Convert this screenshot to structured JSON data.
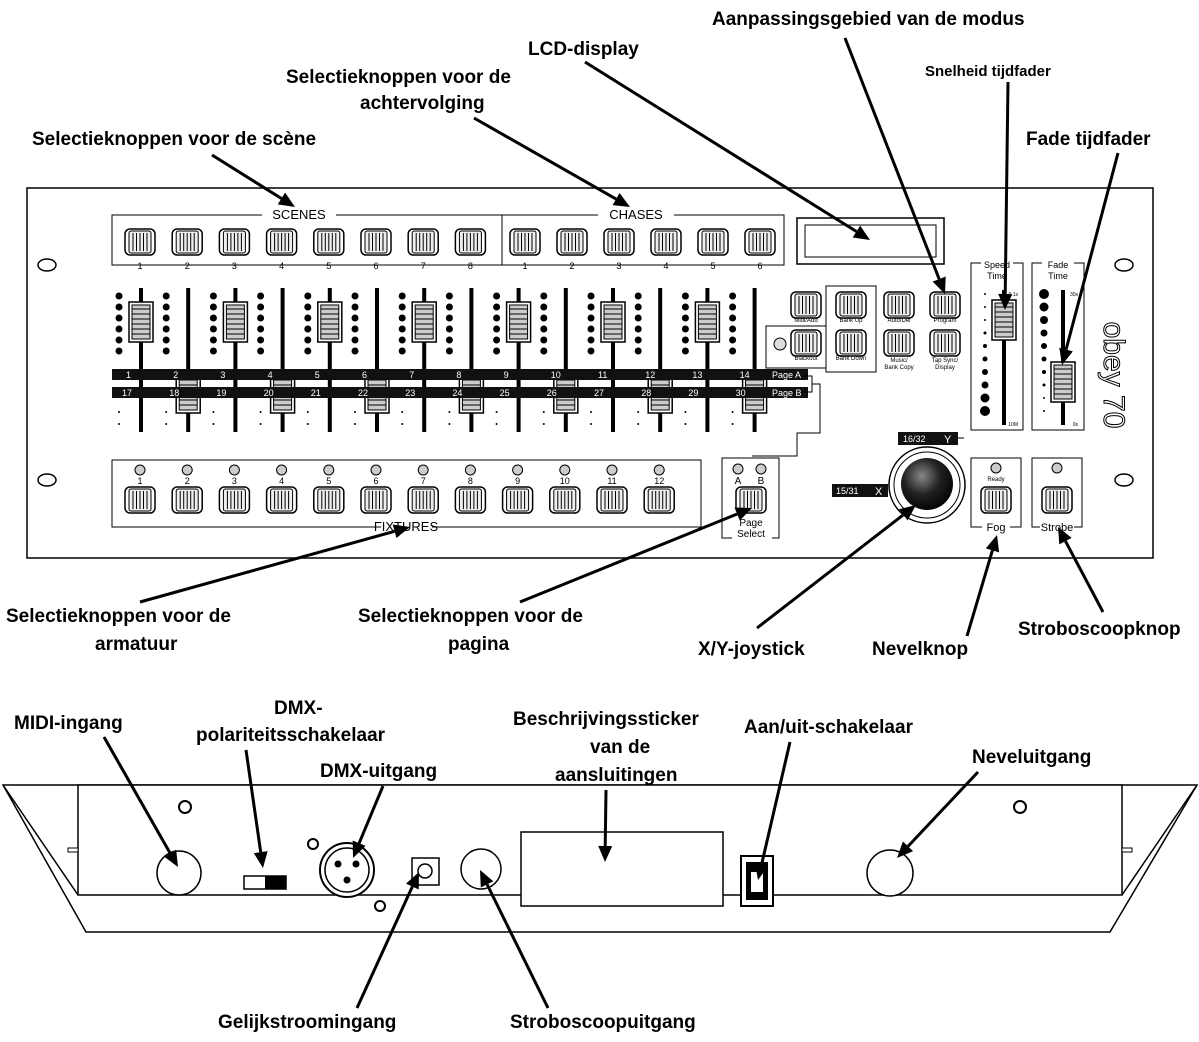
{
  "callouts": {
    "mode_area": "Aanpassingsgebied van de modus",
    "lcd": "LCD-display",
    "chase_buttons_line1": "Selectieknoppen voor de",
    "chase_buttons_line2": "achtervolging",
    "speed_fader": "Snelheid tijdfader",
    "scene_buttons": "Selectieknoppen voor de scène",
    "fade_fader": "Fade tijdfader",
    "fixture_buttons_line1": "Selectieknoppen voor de",
    "fixture_buttons_line2": "armatuur",
    "page_buttons_line1": "Selectieknoppen voor de",
    "page_buttons_line2": "pagina",
    "joystick": "X/Y-joystick",
    "fog_button": "Nevelknop",
    "strobe_button": "Stroboscoopknop",
    "midi_in": "MIDI-ingang",
    "dmx_polarity_line1": "DMX-",
    "dmx_polarity_line2": "polariteitsschakelaar",
    "dmx_out": "DMX-uitgang",
    "sticker_line1": "Beschrijvingssticker",
    "sticker_line2": "van de",
    "sticker_line3": "aansluitingen",
    "power_switch": "Aan/uit-schakelaar",
    "fog_out": "Neveluitgang",
    "dc_in": "Gelijkstroomingang",
    "strobe_out": "Stroboscoopuitgang"
  },
  "panel": {
    "scenes_label": "SCENES",
    "chases_label": "CHASES",
    "fixtures_label": "FIXTURES",
    "scene_numbers": [
      "1",
      "2",
      "3",
      "4",
      "5",
      "6",
      "7",
      "8"
    ],
    "chase_numbers": [
      "1",
      "2",
      "3",
      "4",
      "5",
      "6"
    ],
    "fixture_numbers": [
      "1",
      "2",
      "3",
      "4",
      "5",
      "6",
      "7",
      "8",
      "9",
      "10",
      "11",
      "12"
    ],
    "channels_a": [
      "1",
      "2",
      "3",
      "4",
      "5",
      "6",
      "7",
      "8",
      "9",
      "10",
      "11",
      "12",
      "13",
      "14"
    ],
    "channels_b": [
      "17",
      "18",
      "19",
      "20",
      "21",
      "22",
      "23",
      "24",
      "25",
      "26",
      "27",
      "28",
      "29",
      "30"
    ],
    "page_a": "Page A",
    "page_b": "Page B",
    "btn_midi_add": "Midi/Add",
    "btn_bank_up": "Bank Up",
    "btn_auto_del": "Auto/Del",
    "btn_program": "Program",
    "btn_blackout": "Blackout",
    "btn_bank_down": "Bank Down",
    "btn_music_line1": "Music/",
    "btn_music_line2": "Bank Copy",
    "btn_tap_line1": "Tap Sync/",
    "btn_tap_line2": "Display",
    "speed_line1": "Speed",
    "speed_line2": "Time",
    "speed_top": "0.1s",
    "speed_bottom": "10M",
    "fade_line1": "Fade",
    "fade_line2": "Time",
    "fade_top": "30s",
    "fade_bottom": "0s",
    "y_label": "16/32",
    "y_axis": "Y",
    "x_label": "15/31",
    "x_axis": "X",
    "page_sel_a": "A",
    "page_sel_b": "B",
    "page_select_line1": "Page",
    "page_select_line2": "Select",
    "fog_ready": "Ready",
    "fog_label": "Fog",
    "strobe_label": "Strobe",
    "brand": "obey 70"
  }
}
